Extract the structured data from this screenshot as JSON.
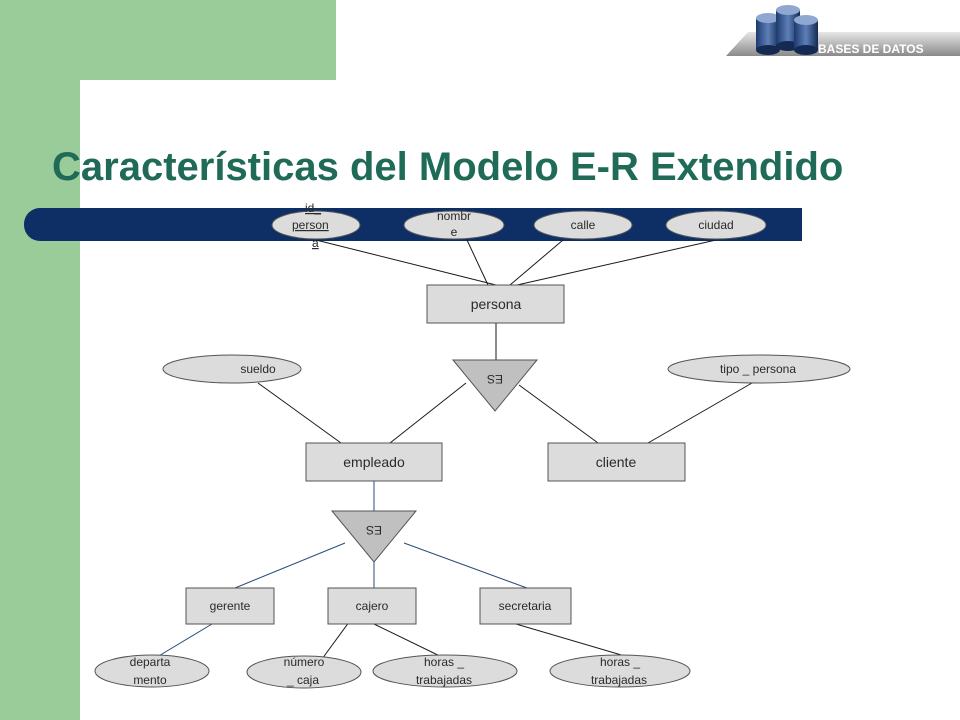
{
  "slide": {
    "title": "Características del Modelo E-R Extendido",
    "logo_text": "BASES DE DATOS"
  },
  "colors": {
    "green_band": "#99cc99",
    "title": "#1f6b58",
    "navy_bar": "#0d2f66",
    "shape_fill": "#dcdcdc",
    "line_navy": "#2a4d7a"
  },
  "diagram": {
    "entities": {
      "persona": "persona",
      "empleado": "empleado",
      "cliente": "cliente",
      "gerente": "gerente",
      "cajero": "cajero",
      "secretaria": "secretaria"
    },
    "isa_labels": {
      "upper": "ES",
      "lower": "ES"
    },
    "attributes": {
      "id_persona": [
        "id_",
        "person",
        "a"
      ],
      "nombre": [
        "nombr",
        "e"
      ],
      "calle": "calle",
      "ciudad": "ciudad",
      "sueldo": "sueldo",
      "tipo_persona": "tipo _ persona",
      "departamento": [
        "departa",
        "mento"
      ],
      "numero_caja": [
        "número",
        "_ caja"
      ],
      "horas_trabajadas_cajero": [
        "horas _",
        "trabajadas"
      ],
      "horas_trabajadas_secretaria": [
        "horas _",
        "trabajadas"
      ]
    }
  }
}
